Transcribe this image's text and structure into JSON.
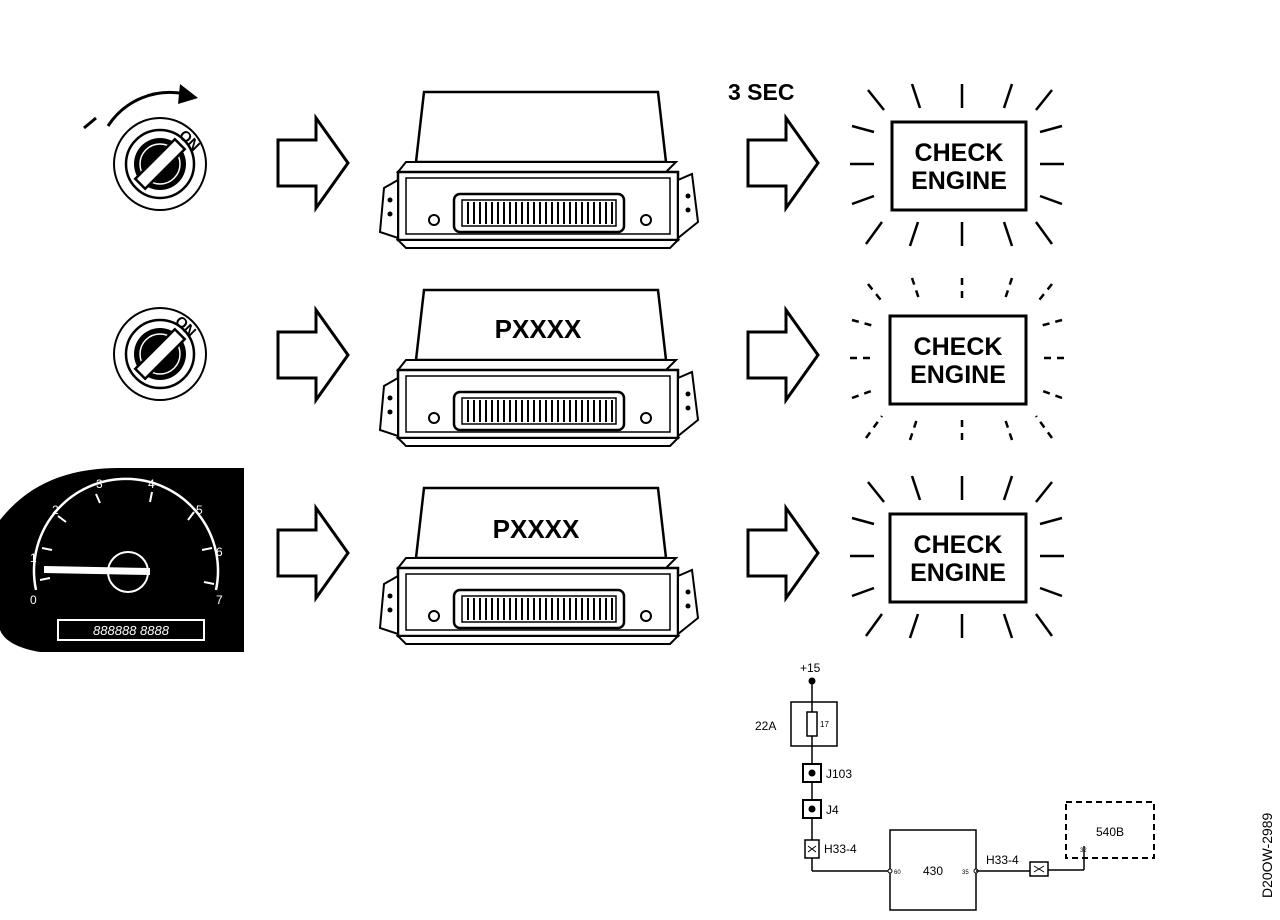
{
  "timer_label": "3 SEC",
  "key_label": "ON",
  "ecu_code": "PXXXX",
  "lamp": {
    "line1": "CHECK",
    "line2": "ENGINE"
  },
  "tacho": {
    "ticks": [
      "0",
      "1",
      "2",
      "3",
      "4",
      "5",
      "6",
      "7"
    ],
    "odometer": "888888 8888"
  },
  "wiring": {
    "supply": "+15",
    "fuse": "22A",
    "connector1": "J103",
    "connector2": "J4",
    "harness1": "H33-4",
    "harness2": "H33-4",
    "ecu": "430",
    "lamp_unit": "540B"
  },
  "drawing_id": "D20OW-2989",
  "colors": {
    "ink": "#000000",
    "paper": "#ffffff"
  }
}
